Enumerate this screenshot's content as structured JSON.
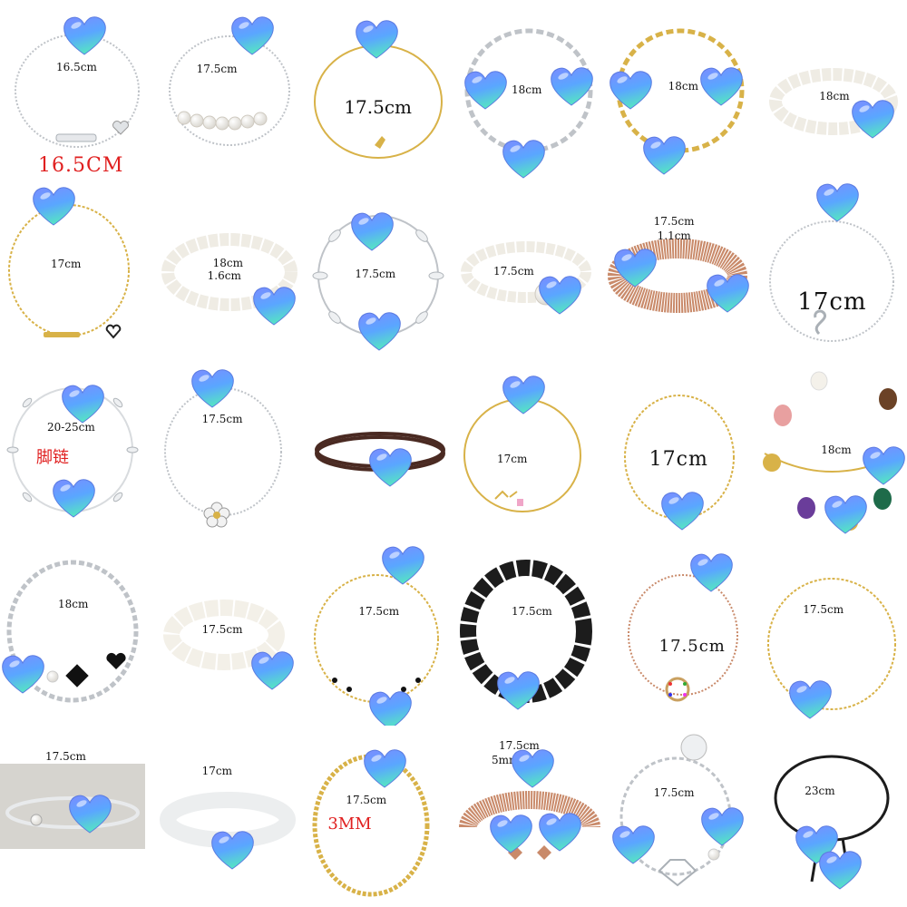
{
  "colors": {
    "silver": "#bfc3c8",
    "gold": "#d8b248",
    "rose": "#c98a6a",
    "black": "#1c1c1c",
    "pearl": "#f4f1ea",
    "brown": "#4a2a22",
    "heart_top": "#6fa0ff",
    "heart_bottom": "#4fd2c8",
    "red_text": "#e02020"
  },
  "icons": {
    "sticker": "heart-icon"
  },
  "items": [
    {
      "label": "16.5cm",
      "extra": "16.5CM"
    },
    {
      "label": "17.5cm"
    },
    {
      "label": "17.5cm"
    },
    {
      "label": "18cm"
    },
    {
      "label": "18cm"
    },
    {
      "label": "18cm"
    },
    {
      "label": "17cm"
    },
    {
      "label": "18cm",
      "extra": "1.6cm"
    },
    {
      "label": "17.5cm"
    },
    {
      "label": "17.5cm"
    },
    {
      "label": "17.5cm",
      "extra": "1.1cm"
    },
    {
      "label": "17cm"
    },
    {
      "label": "20-25cm",
      "extra": "脚链"
    },
    {
      "label": "17.5cm"
    },
    {
      "label": ""
    },
    {
      "label": "17cm"
    },
    {
      "label": "17cm"
    },
    {
      "label": "18cm"
    },
    {
      "label": "18cm"
    },
    {
      "label": "17.5cm"
    },
    {
      "label": "17.5cm"
    },
    {
      "label": "17.5cm"
    },
    {
      "label": "17.5cm"
    },
    {
      "label": "17.5cm"
    },
    {
      "label": "17.5cm"
    },
    {
      "label": "17cm"
    },
    {
      "label": "17.5cm",
      "extra": "3MM"
    },
    {
      "label": "17.5cm",
      "extra": "5mm*3mm"
    },
    {
      "label": "17.5cm"
    },
    {
      "label": "23cm"
    }
  ]
}
